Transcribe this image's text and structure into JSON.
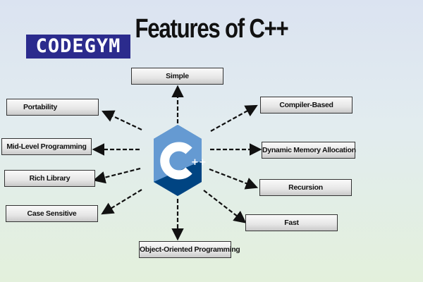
{
  "title": "Features of C++",
  "logo": {
    "text": "CODEGYM",
    "color": "#2b2b8d",
    "accent": "#e8542c"
  },
  "center_logo": {
    "label": "C++",
    "colors": [
      "#659ad2",
      "#00599c",
      "#004482"
    ]
  },
  "features": {
    "simple": "Simple",
    "portability": "Portability",
    "compiler_based": "Compiler-Based",
    "mid_level": "Mid-Level Programming",
    "dynamic_memory": "Dynamic Memory Allocation",
    "rich_library": "Rich Library",
    "recursion": "Recursion",
    "case_sensitive": "Case Sensitive",
    "fast": "Fast",
    "oop": "Object-Oriented Programming"
  }
}
